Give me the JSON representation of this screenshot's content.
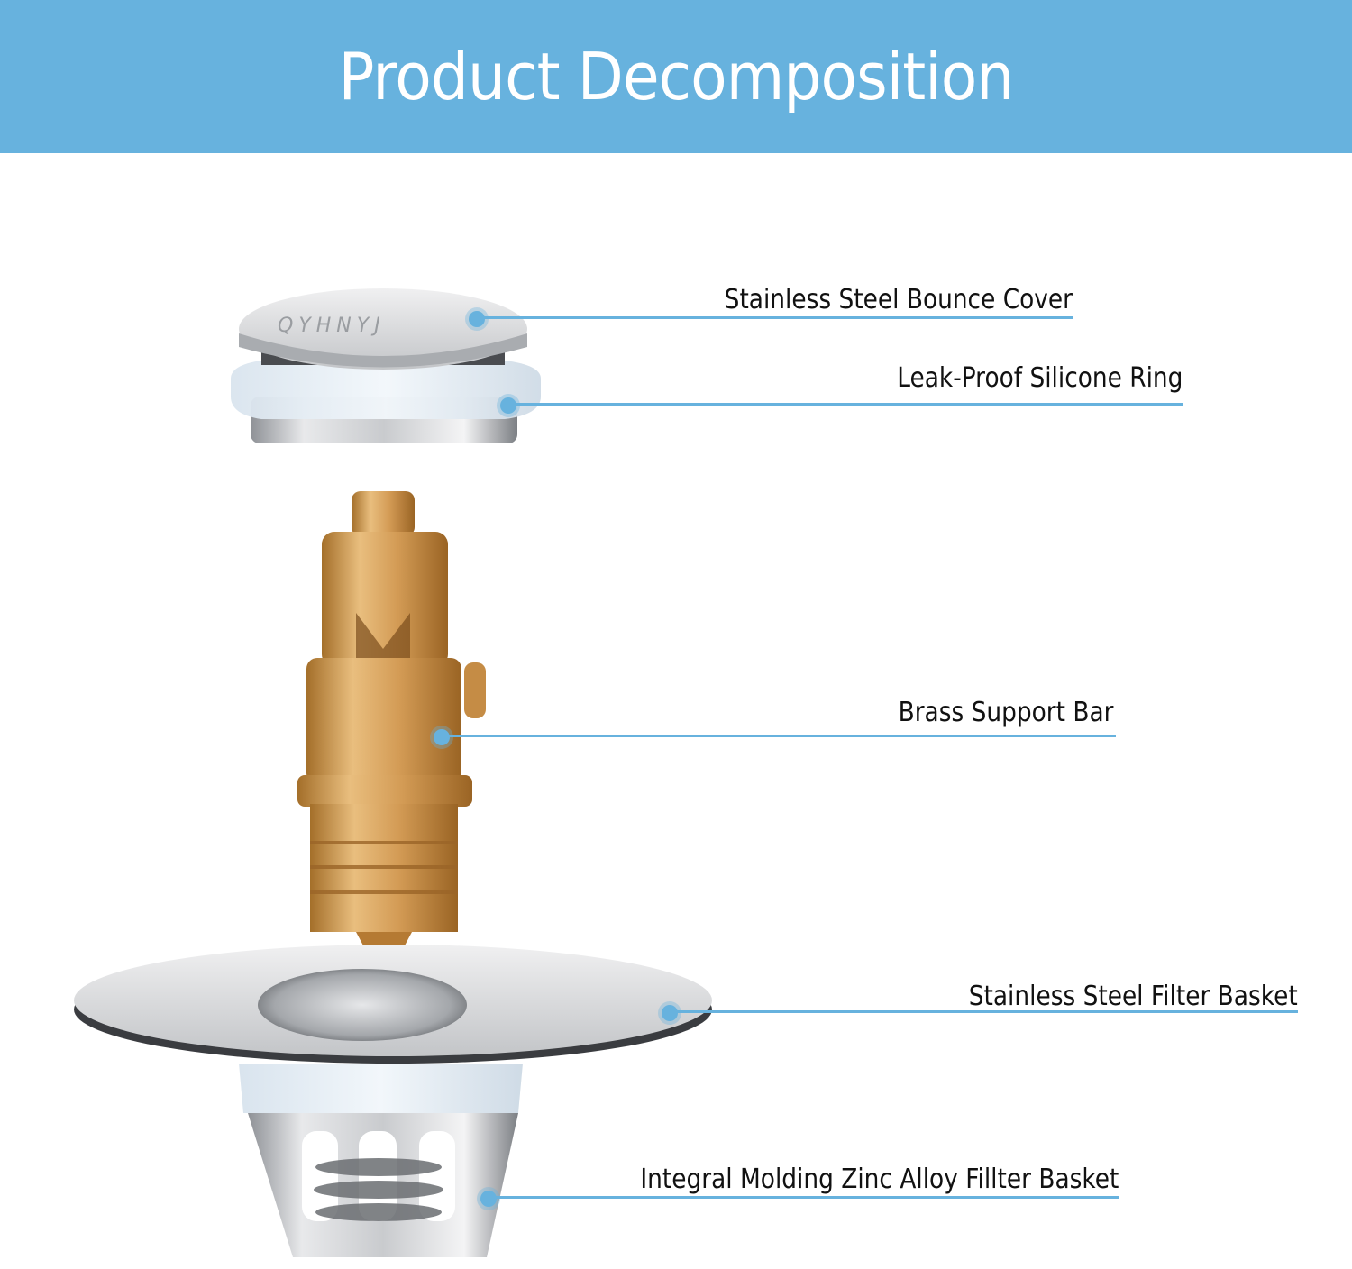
{
  "header": {
    "title": "Product Decomposition",
    "background_color": "#67b2de",
    "text_color": "#ffffff"
  },
  "product": {
    "brand_engraving": "QYHNYJ",
    "accent_color": "#67b2de",
    "components": [
      {
        "label": "Stainless Steel Bounce Cover",
        "material": "stainless-steel"
      },
      {
        "label": "Leak-Proof Silicone Ring",
        "material": "silicone"
      },
      {
        "label": "Brass Support Bar",
        "material": "brass"
      },
      {
        "label": "Stainless Steel Filter Basket",
        "material": "stainless-steel"
      },
      {
        "label": "Integral Molding Zinc Alloy Fillter Basket",
        "material": "zinc-alloy"
      }
    ]
  }
}
